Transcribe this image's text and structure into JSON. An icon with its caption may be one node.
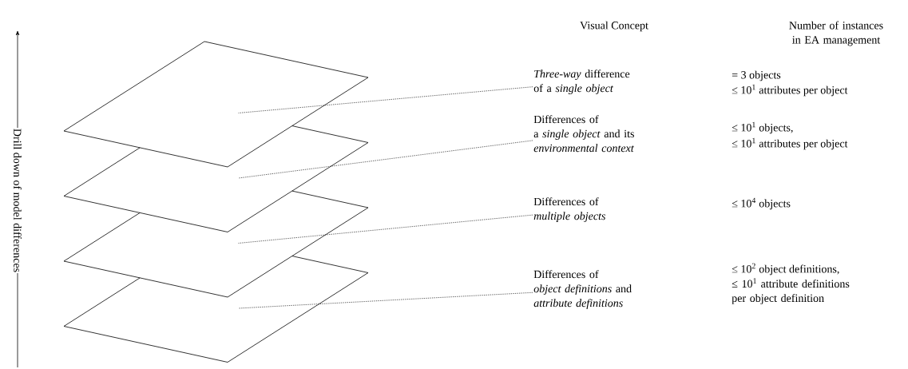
{
  "diagram": {
    "nodes": [
      {
        "text": [],
        "shape": "parallelogram"
      },
      {
        "text": [],
        "shape": "parallelogram"
      },
      {
        "text": [],
        "shape": "parallelogram"
      },
      {
        "text": [],
        "shape": "parallelogram"
      },
      {
        "text": [
          "*Three-way* difference of a *single object*"
        ]
      },
      {
        "text": [
          "Differences of",
          "a *single object* and its *environmental context*"
        ]
      },
      {
        "text": [
          "Differences of",
          "*multiple objects*"
        ]
      },
      {
        "text": [
          "Differences of",
          "*object definitions* and *attribute definitions*"
        ]
      }
    ],
    "edges": [
      {
        "from": 4,
        "to": 0,
        "arrow": "none",
        "style": "dashed"
      },
      {
        "from": 5,
        "to": 1,
        "arrow": "none",
        "style": "dashed"
      },
      {
        "from": 6,
        "to": 2,
        "arrow": "none",
        "style": "dashed"
      },
      {
        "from": 7,
        "to": 3,
        "arrow": "none",
        "style": "dashed"
      }
    ],
    "labels": [
      "Visual Concept",
      "Number of instances in EA management",
      "= 3 objects",
      "≤ 10$^{1}$ attributes per object",
      "≤ 10$^{1}$ objects,",
      "≤ 10$^{1}$ attributes per object",
      "≤  10$^{4}$ objects",
      "≤ 10$^{2}$ object definitions,",
      "≤ 10$^{1}$ attribute definitions per object definition",
      "Drill down of model differences"
    ]
  }
}
